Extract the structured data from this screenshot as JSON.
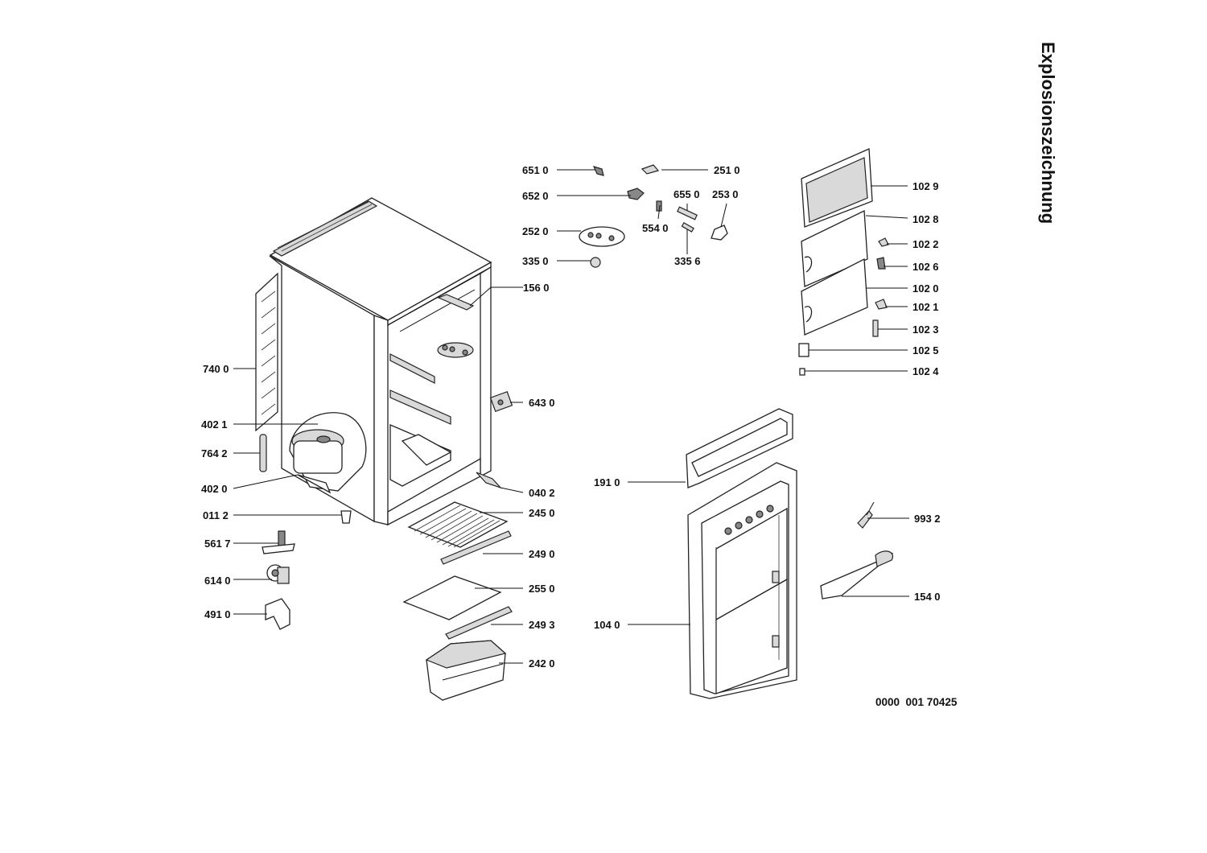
{
  "title": "Explosionszeichnung",
  "drawing_number": "0000  001 70425",
  "parts": {
    "p6510": "651 0",
    "p2510": "251 0",
    "p6520": "652 0",
    "p6550": "655 0",
    "p2530": "253 0",
    "p2520": "252 0",
    "p5540": "554 0",
    "p3350": "335 0",
    "p3356": "335 6",
    "p1560": "156 0",
    "p7400": "740 0",
    "p4021": "402 1",
    "p7642": "764 2",
    "p4020": "402 0",
    "p0112": "011 2",
    "p5617": "561 7",
    "p6140": "614 0",
    "p4910": "491 0",
    "p6430": "643 0",
    "p0402": "040 2",
    "p2450": "245 0",
    "p2490": "249 0",
    "p2550": "255 0",
    "p2493": "249 3",
    "p2420": "242 0",
    "p1029": "102 9",
    "p1028": "102 8",
    "p1022": "102 2",
    "p1026": "102 6",
    "p1020": "102 0",
    "p1021": "102 1",
    "p1023": "102 3",
    "p1025": "102 5",
    "p1024": "102 4",
    "p1910": "191 0",
    "p1040": "104 0",
    "p9932": "993 2",
    "p1540": "154 0"
  }
}
